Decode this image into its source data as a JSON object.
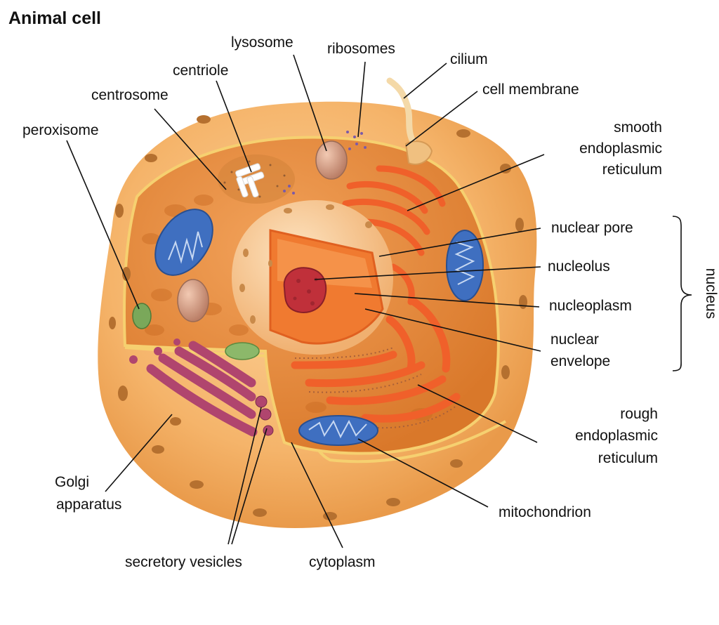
{
  "title": "Animal cell",
  "labels": {
    "lysosome": "lysosome",
    "ribosomes": "ribosomes",
    "cilium": "cilium",
    "centriole": "centriole",
    "cell_membrane": "cell membrane",
    "centrosome": "centrosome",
    "smooth_er": [
      "smooth",
      "endoplasmic",
      "reticulum"
    ],
    "peroxisome": "peroxisome",
    "nuclear_pore": "nuclear pore",
    "nucleolus": "nucleolus",
    "nucleoplasm": "nucleoplasm",
    "nuclear_envelope": [
      "nuclear",
      "envelope"
    ],
    "nucleus": "nucleus",
    "rough_er": [
      "rough",
      "endoplasmic",
      "reticulum"
    ],
    "golgi": [
      "Golgi",
      "apparatus"
    ],
    "mitochondrion": "mitochondrion",
    "secretory_vesicles": "secretory vesicles",
    "cytoplasm": "cytoplasm"
  },
  "colors": {
    "outer_membrane": "#f4b26a",
    "cytoplasm": "#e8923a",
    "mitochondria": "#3f6fc0",
    "golgi": "#b0456e",
    "er": "#f0602a",
    "nucleolus": "#c0303a"
  }
}
